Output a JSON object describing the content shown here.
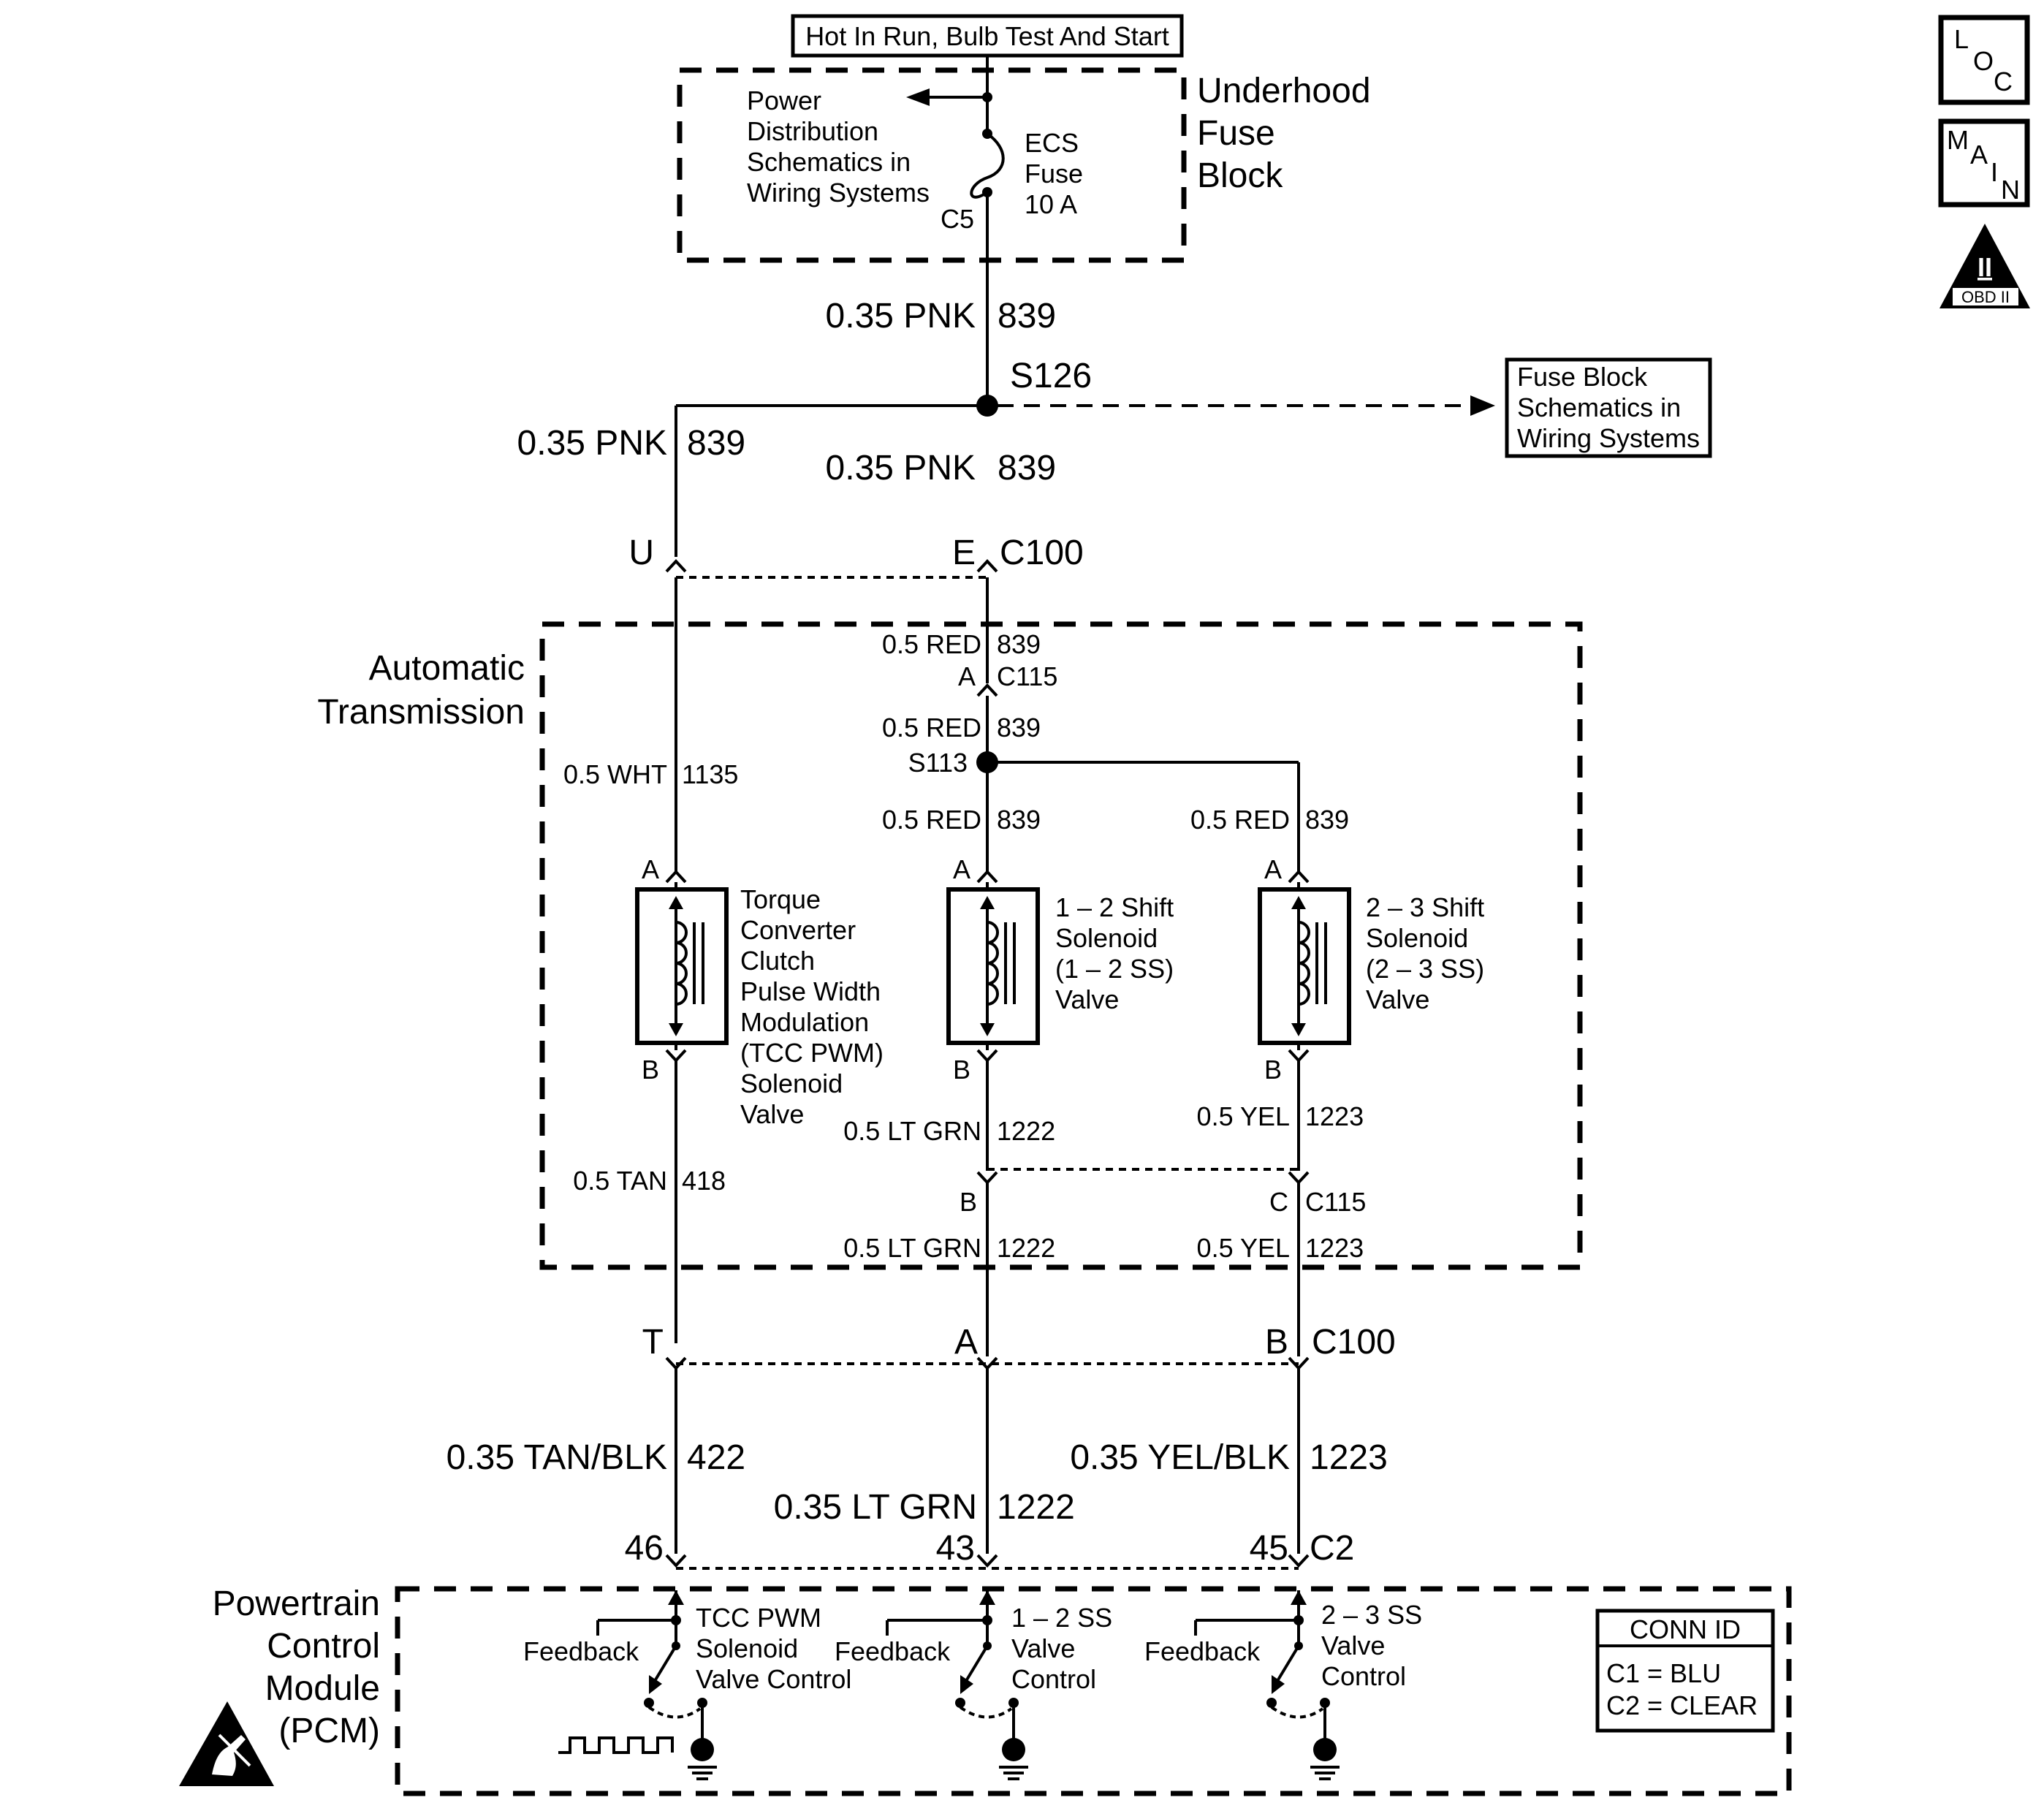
{
  "header": {
    "power_label": "Hot In Run, Bulb Test And Start"
  },
  "fuse_block": {
    "title": [
      "Underhood",
      "Fuse",
      "Block"
    ],
    "power_dist_ref": [
      "Power",
      "Distribution",
      "Schematics in",
      "Wiring Systems"
    ],
    "fuse_label": [
      "ECS",
      "Fuse",
      "10 A"
    ],
    "connector": "C5"
  },
  "splice_s126": {
    "name": "S126",
    "ref_box": [
      "Fuse Block",
      "Schematics in",
      "Wiring Systems"
    ]
  },
  "wires": {
    "w839_feed": {
      "size_color": "0.35 PNK",
      "circuit": "839"
    },
    "w839_left": {
      "size_color": "0.35 PNK",
      "circuit": "839"
    },
    "w839_mid": {
      "size_color": "0.35 PNK",
      "circuit": "839"
    },
    "w1135": {
      "size_color": "0.5 WHT",
      "circuit": "1135"
    },
    "w839_red_a": {
      "size_color": "0.5 RED",
      "circuit": "839"
    },
    "w839_red_b": {
      "size_color": "0.5 RED",
      "circuit": "839"
    },
    "w839_red_c": {
      "size_color": "0.5 RED",
      "circuit": "839"
    },
    "w839_red_d": {
      "size_color": "0.5 RED",
      "circuit": "839"
    },
    "w418": {
      "size_color": "0.5 TAN",
      "circuit": "418"
    },
    "w1222_a": {
      "size_color": "0.5 LT GRN",
      "circuit": "1222"
    },
    "w1222_b": {
      "size_color": "0.5 LT GRN",
      "circuit": "1222"
    },
    "w1223_a": {
      "size_color": "0.5 YEL",
      "circuit": "1223"
    },
    "w1223_b": {
      "size_color": "0.5 YEL",
      "circuit": "1223"
    },
    "w422": {
      "size_color": "0.35 TAN/BLK",
      "circuit": "422"
    },
    "w1222_c": {
      "size_color": "0.35 LT GRN",
      "circuit": "1222"
    },
    "w1223_c": {
      "size_color": "0.35 YEL/BLK",
      "circuit": "1223"
    }
  },
  "connectors": {
    "c100_top": {
      "name": "C100",
      "pins": [
        "U",
        "E"
      ]
    },
    "c115_top": {
      "name": "C115",
      "pin": "A"
    },
    "c115_bottom": {
      "name": "C115",
      "pins": [
        "B",
        "C"
      ]
    },
    "c100_bottom": {
      "name": "C100",
      "pins": [
        "T",
        "A",
        "B"
      ]
    },
    "c2": {
      "name": "C2",
      "pins": [
        "46",
        "43",
        "45"
      ]
    }
  },
  "splice_s113": {
    "name": "S113"
  },
  "transmission": {
    "title": [
      "Automatic",
      "Transmission"
    ],
    "solenoids": [
      {
        "pin_a": "A",
        "pin_b": "B",
        "label": [
          "Torque",
          "Converter",
          "Clutch",
          "Pulse Width",
          "Modulation",
          "(TCC PWM)",
          "Solenoid",
          "Valve"
        ]
      },
      {
        "pin_a": "A",
        "pin_b": "B",
        "label": [
          "1 – 2 Shift",
          "Solenoid",
          "(1 – 2 SS)",
          "Valve"
        ]
      },
      {
        "pin_a": "A",
        "pin_b": "B",
        "label": [
          "2 – 3 Shift",
          "Solenoid",
          "(2 – 3 SS)",
          "Valve"
        ]
      }
    ]
  },
  "pcm": {
    "title": [
      "Powertrain",
      "Control",
      "Module",
      "(PCM)"
    ],
    "drivers": [
      {
        "feedback": "Feedback",
        "label": [
          "TCC PWM",
          "Solenoid",
          "Valve Control"
        ]
      },
      {
        "feedback": "Feedback",
        "label": [
          "1 – 2 SS",
          "Valve",
          "Control"
        ]
      },
      {
        "feedback": "Feedback",
        "label": [
          "2 – 3 SS",
          "Valve",
          "Control"
        ]
      }
    ],
    "conn_id": {
      "title": "CONN ID",
      "rows": [
        "C1 = BLU",
        "C2 = CLEAR"
      ]
    }
  },
  "badges": {
    "loc": [
      "L",
      "O",
      "C"
    ],
    "main": [
      "M",
      "A",
      "I",
      "N"
    ],
    "obd": {
      "numeral": "II",
      "text": "OBD II"
    }
  },
  "colors": {
    "line": "#000000",
    "background": "#ffffff"
  }
}
